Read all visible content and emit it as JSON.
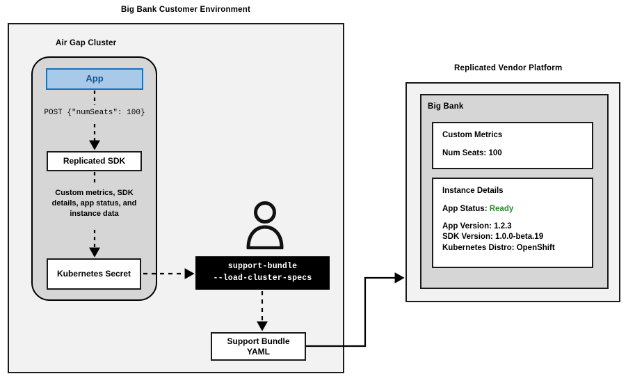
{
  "diagram": {
    "title_left": "Big Bank Customer Environment",
    "title_right": "Replicated Vendor Platform",
    "cluster_label": "Air Gap Cluster",
    "nodes": {
      "app": "App",
      "sdk": "Replicated SDK",
      "secret": "Kubernetes Secret",
      "cli_line1": "support-bundle",
      "cli_line2": "--load-cluster-specs",
      "bundle_line1": "Support Bundle",
      "bundle_line2": "YAML"
    },
    "edges": {
      "post": "POST {\"numSeats\": 100}",
      "metrics": "Custom metrics, SDK\ndetails, app status, and\ninstance data"
    },
    "vendor": {
      "tenant": "Big Bank",
      "custom_metrics": {
        "title": "Custom Metrics",
        "num_seats": "Num Seats: 100"
      },
      "instance_details": {
        "title": "Instance Details",
        "app_status_label": "App Status:",
        "app_status_value": "Ready",
        "app_version": "App Version: 1.2.3",
        "sdk_version": "SDK Version: 1.0.0-beta.19",
        "k8s_distro": "Kubernetes Distro: OpenShift"
      }
    },
    "icons": {
      "person": "person-icon"
    },
    "colors": {
      "panel_bg": "#f2f2f2",
      "cluster_bg": "#d6d6d6",
      "app_fill": "#a9c9e8",
      "app_border": "#1f6fb5",
      "app_text": "#14538f",
      "stroke": "#1a1a1a",
      "cli_bg": "#000000",
      "cli_text": "#ffffff",
      "status_ready": "#2a8a2a"
    }
  }
}
